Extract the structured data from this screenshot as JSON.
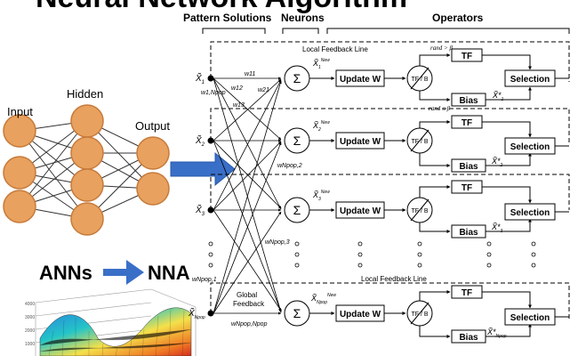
{
  "title": {
    "left": "Neural Network Algorithm",
    "right": ""
  },
  "nn": {
    "input_label": "Input",
    "hidden_label": "Hidden",
    "output_label": "Output"
  },
  "anns_label": "ANNs",
  "nna_label": "NNA",
  "headers": {
    "pattern": "Pattern Solutions",
    "neurons": "Neurons",
    "operators": "Operators"
  },
  "feedback": {
    "local_top": "Local Feedback Line",
    "local_bottom": "Local Feedback Line",
    "global_1": "Global",
    "global_2": "Feedback"
  },
  "patterns": {
    "x1": "X̃",
    "x1_sub": "1",
    "x2": "X̃",
    "x2_sub": "2",
    "x3": "X̃",
    "x3_sub": "3",
    "xn": "X̃",
    "xn_sub": "Npop"
  },
  "weights": {
    "w11": "w11",
    "w12": "w12",
    "w21": "w21",
    "w13": "w13",
    "w1n": "w1,Npop",
    "w_n2": "wNpop,2",
    "w_n3": "wNpop,3",
    "w_n1": "wNpop,1",
    "w_nn": "wNpop,Npop"
  },
  "neuron_symbol": "Σ",
  "new_labels": {
    "n1": "X̃",
    "n1_sub": "1",
    "n2": "X̃",
    "n2_sub": "2",
    "n3": "X̃",
    "n3_sub": "3",
    "nn": "X̃",
    "nn_sub": "Npop",
    "sup": "New"
  },
  "operators": {
    "update": "Update W",
    "tf_b": "TF / B",
    "tf": "TF",
    "bias": "Bias",
    "selection": "Selection"
  },
  "conditions": {
    "rand_gt": "rand > β",
    "rand_le": "rand ≤ β"
  },
  "out_labels": {
    "o1": "X̃*",
    "o1_sub": "1",
    "o2": "X̃*",
    "o2_sub": "2",
    "o3": "X̃*",
    "o3_sub": "3",
    "on": "X̃*",
    "on_sub": "Npop"
  },
  "colors": {
    "neuron_fill": "#E8A15E",
    "neuron_stroke": "#C77A3A",
    "arrow_blue": "#3A6FC8",
    "black": "#000000"
  }
}
